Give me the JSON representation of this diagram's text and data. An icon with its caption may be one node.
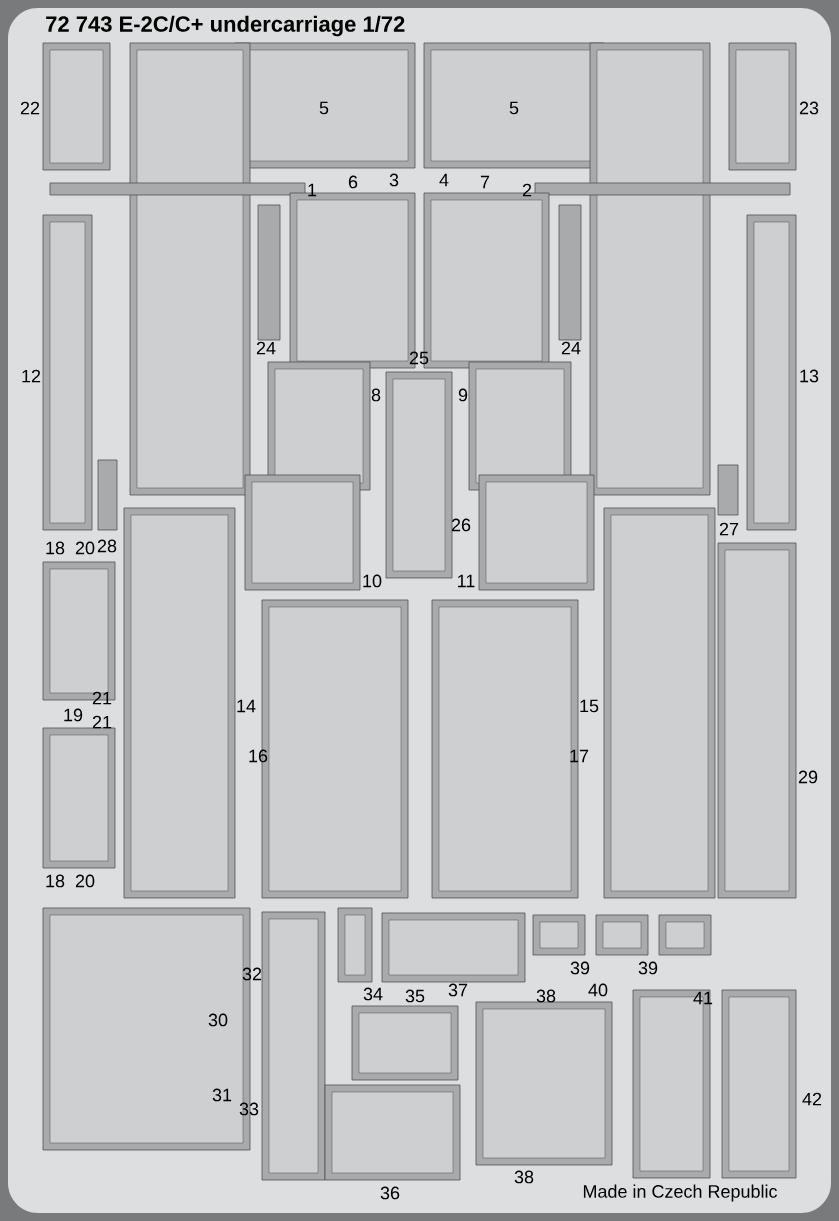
{
  "diagram": {
    "title": "72 743 E-2C/C+ undercarriage 1/72",
    "labels": [
      "22",
      "5",
      "5",
      "23",
      "1",
      "6",
      "3",
      "4",
      "7",
      "2",
      "24",
      "25",
      "24",
      "12",
      "13",
      "8",
      "9",
      "26",
      "27",
      "18",
      "20",
      "28",
      "10",
      "11",
      "21",
      "14",
      "15",
      "19",
      "21",
      "16",
      "17",
      "29",
      "18",
      "20",
      "32",
      "39",
      "39",
      "34",
      "35",
      "37",
      "38",
      "40",
      "41",
      "30",
      "31",
      "42",
      "33",
      "38",
      "36",
      "Made in Czech Republic"
    ]
  }
}
